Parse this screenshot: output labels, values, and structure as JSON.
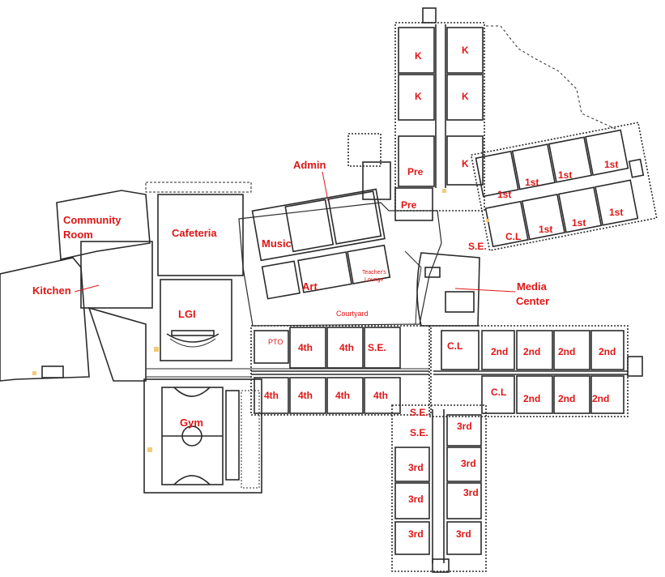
{
  "colors": {
    "label": "#e01616",
    "wall": "#2a2a2a",
    "bleacher": "#f2ca7a"
  },
  "labels": {
    "community_room_1": "Community",
    "community_room_2": "Room",
    "kitchen": "Kitchen",
    "cafeteria": "Cafeteria",
    "lgi": "LGI",
    "gym": "Gym",
    "music": "Music",
    "admin": "Admin",
    "art": "Art",
    "teachers_lounge_1": "Teacher's",
    "teachers_lounge_2": "Lounge",
    "courtyard": "Courtyard",
    "pto": "PTO",
    "media_center_1": "Media",
    "media_center_2": "Center",
    "k": "K",
    "pre": "Pre",
    "first": "1st",
    "second": "2nd",
    "third": "3rd",
    "fourth": "4th",
    "se": "S.E.",
    "cl": "C.L"
  }
}
